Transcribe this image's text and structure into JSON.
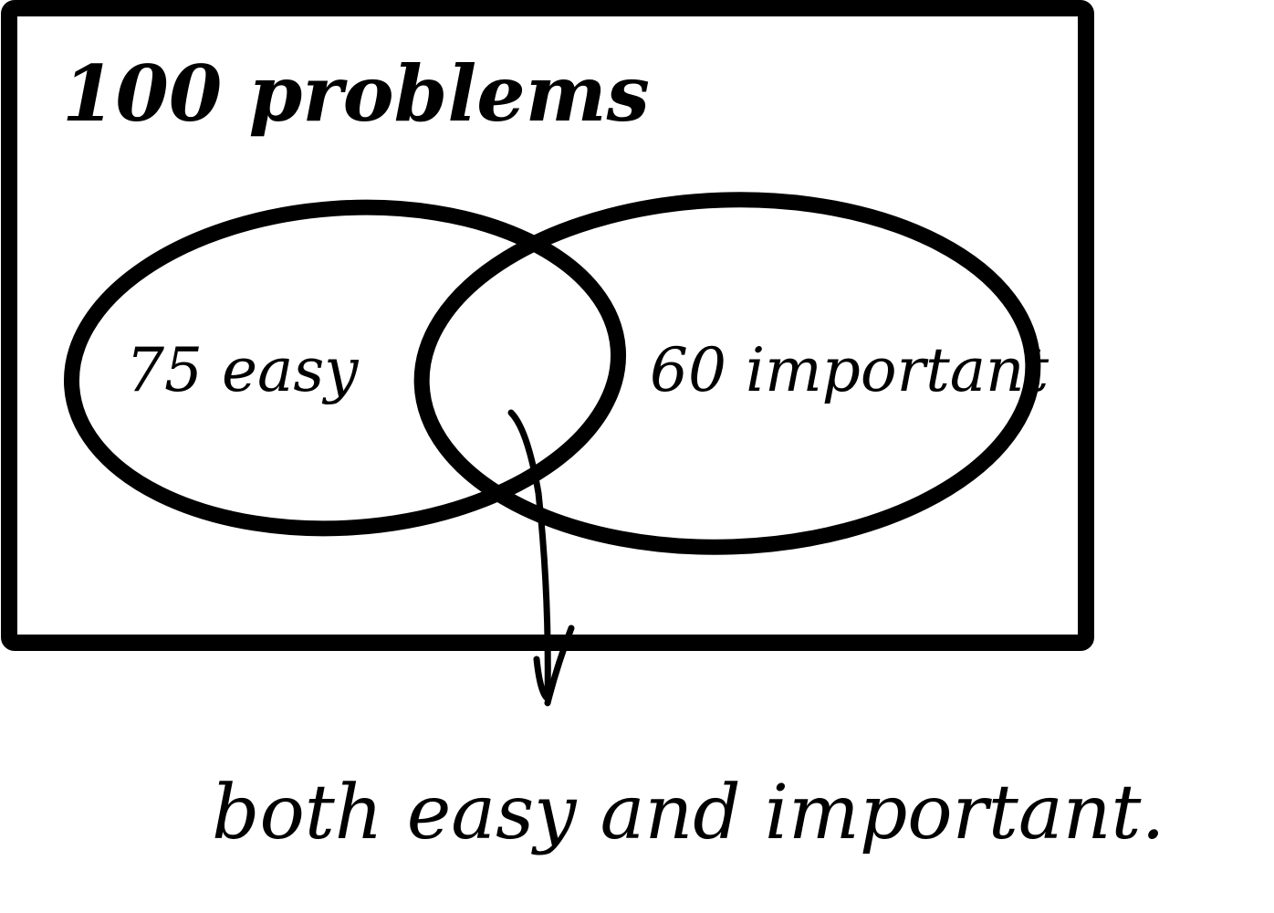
{
  "diagram": {
    "type": "venn",
    "universe_label": "100 problems",
    "sets": [
      {
        "label": "75 easy"
      },
      {
        "label": "60 important"
      }
    ],
    "intersection_note": "both easy and important."
  },
  "colors": {
    "ink": "#000000",
    "paper": "#ffffff"
  }
}
